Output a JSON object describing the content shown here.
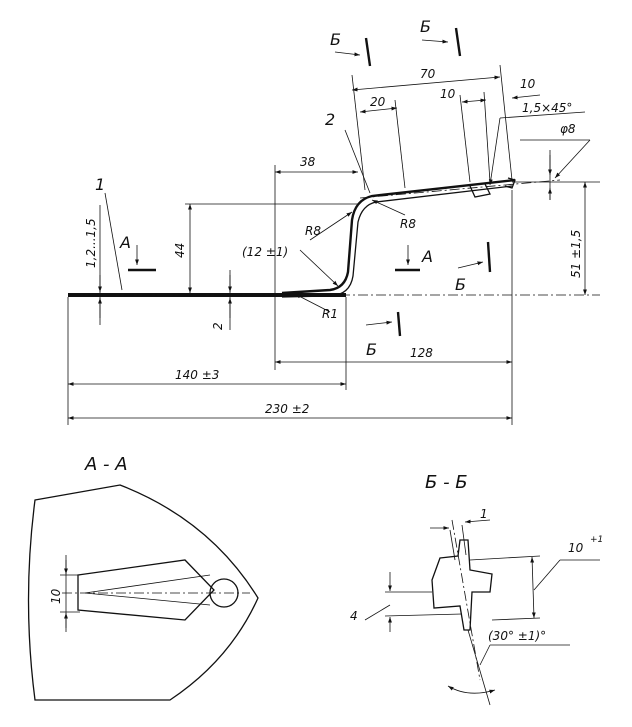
{
  "main_view": {
    "callout_part_1": "1",
    "callout_part_2": "2",
    "section_mark_B_top_left": "Б",
    "section_mark_B_top_right": "Б",
    "section_mark_B_right": "Б",
    "section_mark_B_bottom": "Б",
    "section_mark_A_left": "А",
    "section_mark_A_right": "А",
    "dims": {
      "d70": "70",
      "d10_top": "10",
      "d20": "20",
      "d10_mid": "10",
      "chamfer": "1,5×45°",
      "phi8": "φ8",
      "d38": "38",
      "r8_top": "R8",
      "r8_left": "R8",
      "d12": "(12 ±1)",
      "d44": "44",
      "thickness": "1,2...1,5",
      "d2": "2",
      "r1": "R1",
      "d51": "51 ±1,5",
      "d128": "128",
      "d140": "140 ±3",
      "d230": "230 ±2"
    }
  },
  "section_AA": {
    "title": "А - А",
    "d10": "10"
  },
  "section_BB": {
    "title": "Б - Б",
    "d1": "1",
    "d10": "10",
    "d10_tol": "+1",
    "d4": "4",
    "angle": "(30° ±1)°"
  }
}
